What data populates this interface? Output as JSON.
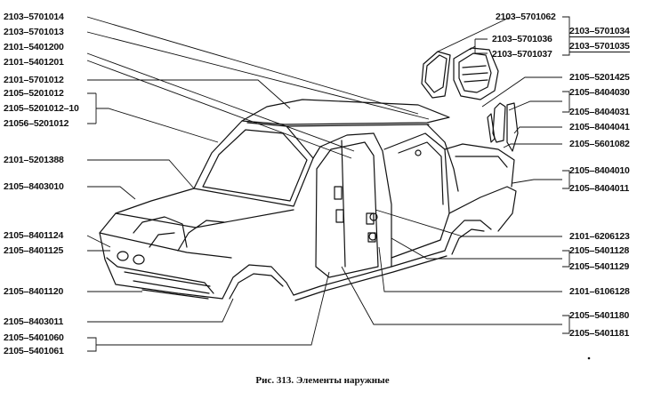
{
  "figure": {
    "caption": "Рис. 313. Элементы наружные"
  },
  "left_labels": [
    "2103–5701014",
    "2103–5701013",
    "2101–5401200",
    "2101–5401201",
    "2101–5701012",
    "2105–5201012",
    "2105–5201012–10",
    "21056–5201012",
    "2101–5201388",
    "2105–8403010",
    "2105–8401124",
    "2105–8401125",
    "2105–8401120",
    "2105–8403011",
    "2105–5401060",
    "2105–5401061"
  ],
  "right_labels": [
    "2103–5701062",
    "2103–5701036",
    "2103–5701037",
    "2103–5701034",
    "2103–5701035",
    "2105–5201425",
    "2105–8404030",
    "2105–8404031",
    "2105–8404041",
    "2105–5601082",
    "2105–8404010",
    "2105–8404011",
    "2101–6206123",
    "2105–5401128",
    "2105–5401129",
    "2101–6106128",
    "2105–5401180",
    "2105–5401181"
  ]
}
